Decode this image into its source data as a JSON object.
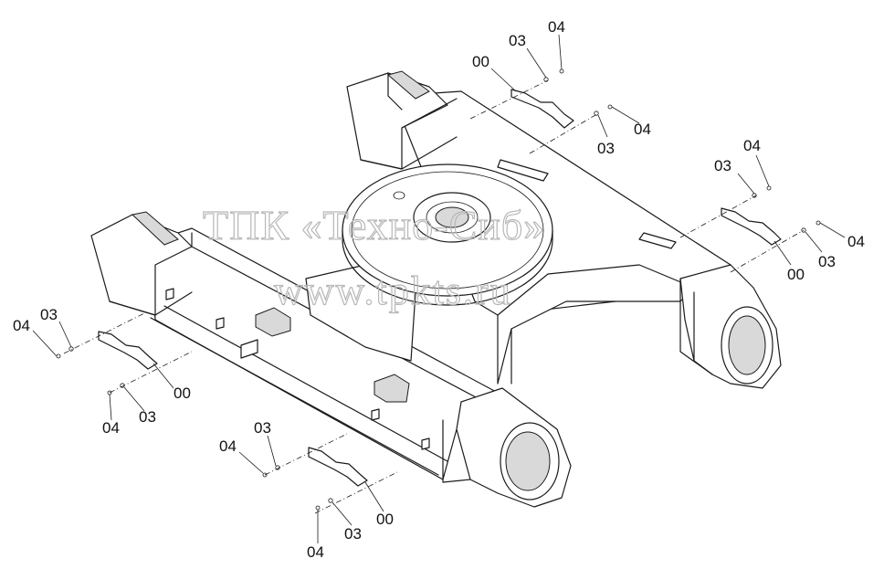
{
  "watermark": {
    "line1": "ТПК «Техно-Сиб»",
    "line2": "www.tpkts.ru"
  },
  "callouts": {
    "top_00": "00",
    "top_03a": "03",
    "top_04a": "04",
    "top_03b": "03",
    "top_04b": "04",
    "right_04a": "04",
    "right_03a": "03",
    "right_04b": "04",
    "right_03b": "03",
    "right_00": "00",
    "left_04a": "04",
    "left_03a": "03",
    "left_00": "00",
    "left_03b": "03",
    "left_04b": "04",
    "bottom_04a": "04",
    "bottom_03a": "03",
    "bottom_00": "00",
    "bottom_03b": "03",
    "bottom_04b": "04"
  }
}
